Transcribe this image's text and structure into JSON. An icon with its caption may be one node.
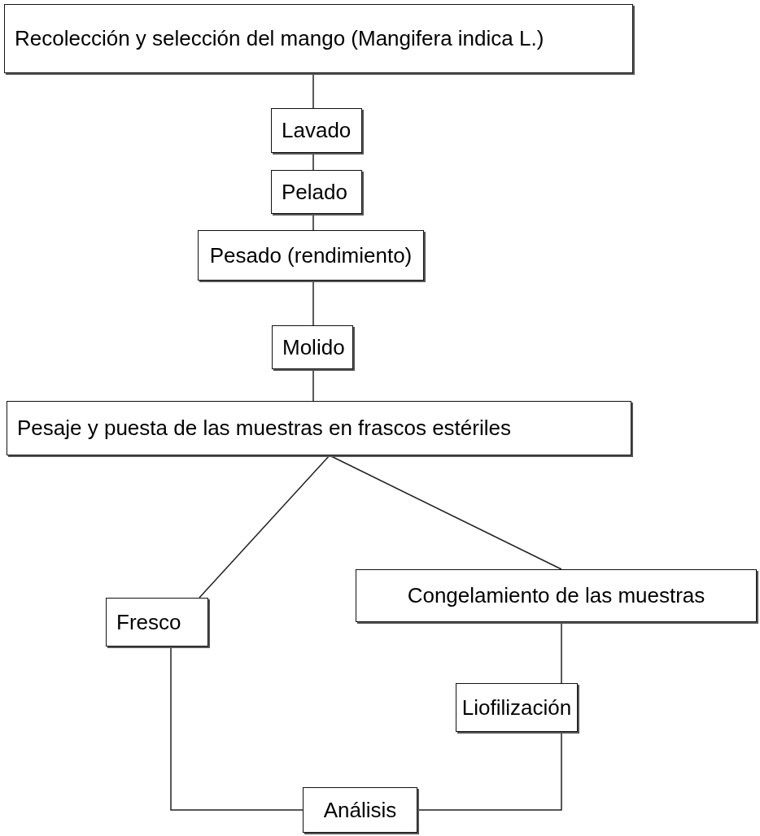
{
  "diagram": {
    "nodes": [
      {
        "text": [
          "Recolección y selección del mango (Mangifera indica L.)"
        ]
      },
      {
        "text": [
          "Lavado"
        ]
      },
      {
        "text": [
          "Pelado"
        ]
      },
      {
        "text": [
          "Pesado (rendimiento)"
        ]
      },
      {
        "text": [
          "Molido"
        ]
      },
      {
        "text": [
          "Pesaje y puesta de las muestras en frascos estériles"
        ]
      },
      {
        "text": [
          "Congelamiento de las muestras"
        ]
      },
      {
        "text": [
          "Fresco"
        ]
      },
      {
        "text": [
          "Liofilización"
        ]
      },
      {
        "text": [
          "Análisis"
        ]
      }
    ],
    "edges": [
      {
        "from": 0,
        "to": 1,
        "arrow": "none"
      },
      {
        "from": 1,
        "to": 2,
        "arrow": "none"
      },
      {
        "from": 2,
        "to": 3,
        "arrow": "none"
      },
      {
        "from": 3,
        "to": 4,
        "arrow": "none"
      },
      {
        "from": 4,
        "to": 5,
        "arrow": "none"
      },
      {
        "from": 5,
        "to": 7,
        "arrow": "none"
      },
      {
        "from": 5,
        "to": 6,
        "arrow": "none"
      },
      {
        "from": 6,
        "to": 8,
        "arrow": "none"
      },
      {
        "from": 7,
        "to": 9,
        "arrow": "none"
      },
      {
        "from": 8,
        "to": 9,
        "arrow": "none"
      }
    ]
  }
}
